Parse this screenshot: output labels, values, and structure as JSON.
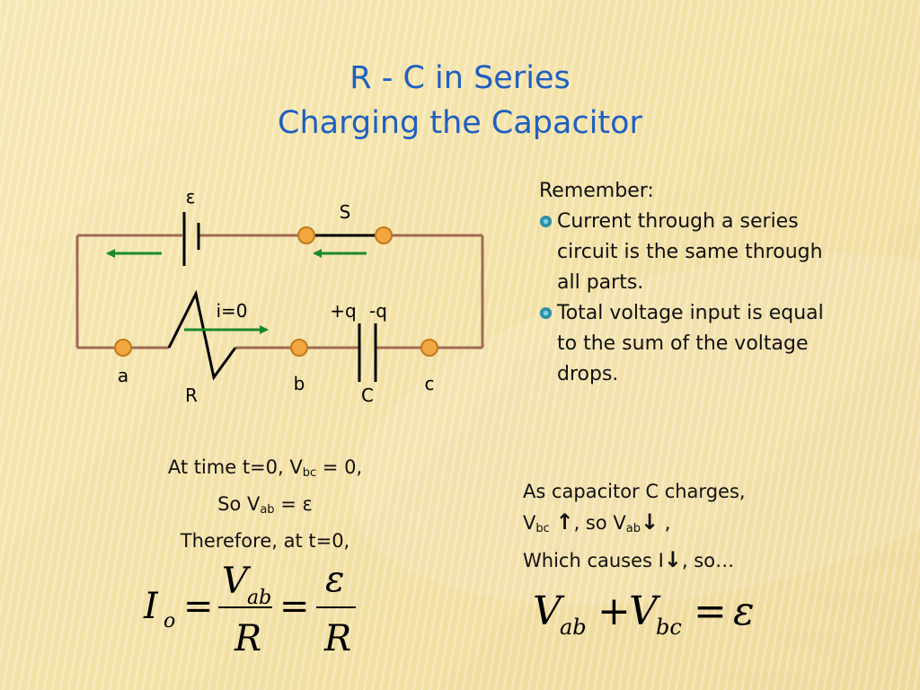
{
  "slide": {
    "title_line1": "R - C in Series",
    "title_line2": "Charging the Capacitor"
  },
  "circuit": {
    "emf_label": "ε",
    "switch_label": "S",
    "current_label": "i=0",
    "plus_q_label": "+q",
    "minus_q_label": "-q",
    "node_a": "a",
    "node_b": "b",
    "node_c": "c",
    "resistor_label": "R",
    "capacitor_label": "C"
  },
  "remember": {
    "heading": "Remember:",
    "items": [
      "Current through a series circuit is the same through all parts.",
      "Total voltage input is equal to the sum of the voltage drops."
    ]
  },
  "t0_block": {
    "line1_prefix": "At time t=0, V",
    "line1_sub": "bc",
    "line1_suffix": " = 0,",
    "line2_prefix": "So  V",
    "line2_sub": "ab",
    "line2_suffix": " = ε",
    "line3": "Therefore, at t=0,"
  },
  "equation1": {
    "lhs": "I",
    "lhs_sub": "o",
    "eq": "=",
    "num1": "V",
    "num1_sub": "ab",
    "den1": "R",
    "num2": "ε",
    "den2": "R"
  },
  "charging_block": {
    "line1": "As capacitor C charges,",
    "l2_v": "V",
    "l2_sub": "bc",
    "l2_mid": ",  so V",
    "l2_sub2": "ab",
    "l2_end": "   ,",
    "l3_prefix": "Which causes I",
    "l3_suffix": ",  so…",
    "arrow_up": "↑",
    "arrow_down": "↓"
  },
  "equation2": {
    "v1": "V",
    "v1_sub": "ab",
    "plus": "+",
    "v2": "V",
    "v2_sub": "bc",
    "eq": "=",
    "rhs": "ε"
  }
}
